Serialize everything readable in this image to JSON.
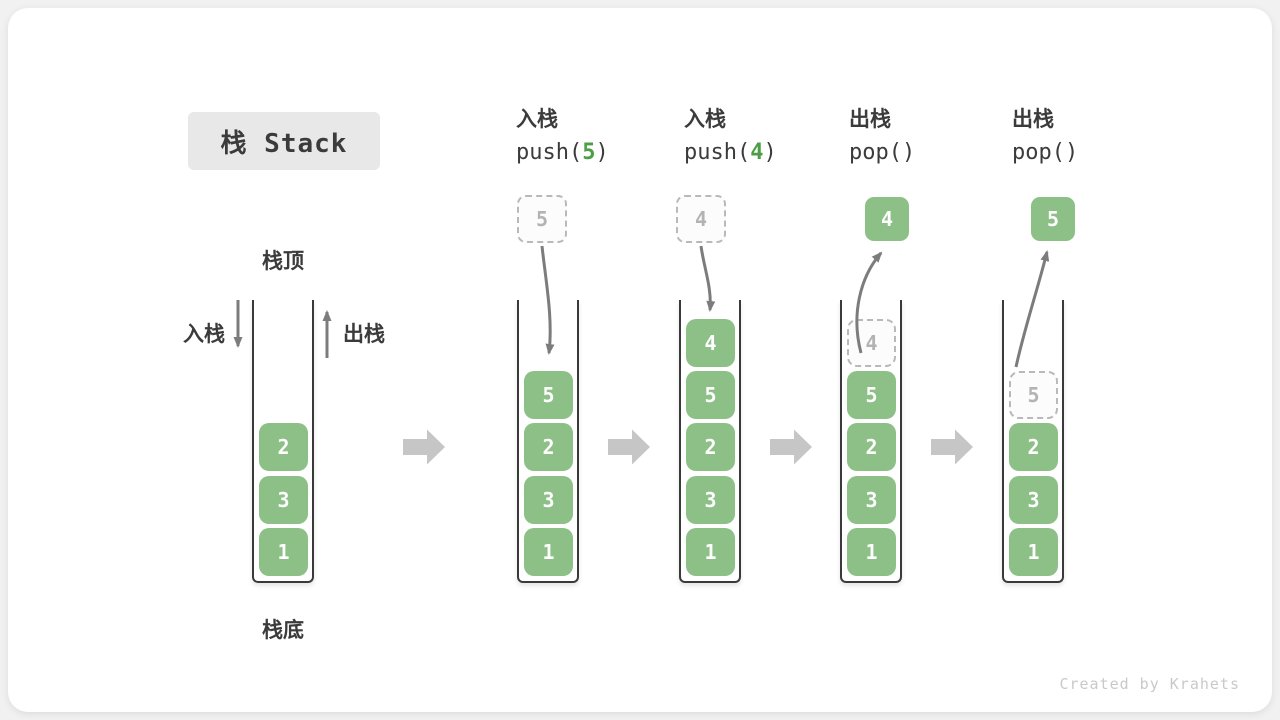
{
  "title": "栈 Stack",
  "watermark": "Created by Krahets",
  "colors": {
    "block_green": "#8dc087",
    "code_green": "#4c9e44",
    "dark_text": "#3b3b3b",
    "ghost_border": "#b9b9b9",
    "ghost_text": "#b3b3b3",
    "thin_arrow": "#7c7c7c",
    "big_arrow": "#c6c6c6",
    "watermark_gray": "#c9c9c9"
  },
  "legend": {
    "stack_top": "栈顶",
    "stack_bottom": "栈底",
    "push": "入栈",
    "pop": "出栈"
  },
  "operations": [
    {
      "name_cn": "入栈",
      "code_pre": "push(",
      "code_arg": "5",
      "code_post": ")"
    },
    {
      "name_cn": "入栈",
      "code_pre": "push(",
      "code_arg": "4",
      "code_post": ")"
    },
    {
      "name_cn": "出栈",
      "code_pre": "pop(",
      "code_arg": "",
      "code_post": ")"
    },
    {
      "name_cn": "出栈",
      "code_pre": "pop(",
      "code_arg": "",
      "code_post": ")"
    }
  ],
  "stacks": [
    {
      "cells": [
        {
          "slot": 2,
          "value": "2"
        },
        {
          "slot": 3,
          "value": "3"
        },
        {
          "slot": 4,
          "value": "1"
        }
      ]
    },
    {
      "operand": {
        "value": "5",
        "style": "dashed"
      },
      "arrow": "push-in",
      "cells": [
        {
          "slot": 1,
          "value": "5"
        },
        {
          "slot": 2,
          "value": "2"
        },
        {
          "slot": 3,
          "value": "3"
        },
        {
          "slot": 4,
          "value": "1"
        }
      ]
    },
    {
      "operand": {
        "value": "4",
        "style": "dashed"
      },
      "arrow": "push-in",
      "cells": [
        {
          "slot": 0,
          "value": "4"
        },
        {
          "slot": 1,
          "value": "5"
        },
        {
          "slot": 2,
          "value": "2"
        },
        {
          "slot": 3,
          "value": "3"
        },
        {
          "slot": 4,
          "value": "1"
        }
      ]
    },
    {
      "operand": {
        "value": "4",
        "style": "solid"
      },
      "arrow": "pop-out",
      "cells": [
        {
          "slot": 0,
          "value": "4",
          "ghost": true
        },
        {
          "slot": 1,
          "value": "5"
        },
        {
          "slot": 2,
          "value": "2"
        },
        {
          "slot": 3,
          "value": "3"
        },
        {
          "slot": 4,
          "value": "1"
        }
      ]
    },
    {
      "operand": {
        "value": "5",
        "style": "solid"
      },
      "arrow": "pop-out",
      "cells": [
        {
          "slot": 1,
          "value": "5",
          "ghost": true
        },
        {
          "slot": 2,
          "value": "2"
        },
        {
          "slot": 3,
          "value": "3"
        },
        {
          "slot": 4,
          "value": "1"
        }
      ]
    }
  ]
}
